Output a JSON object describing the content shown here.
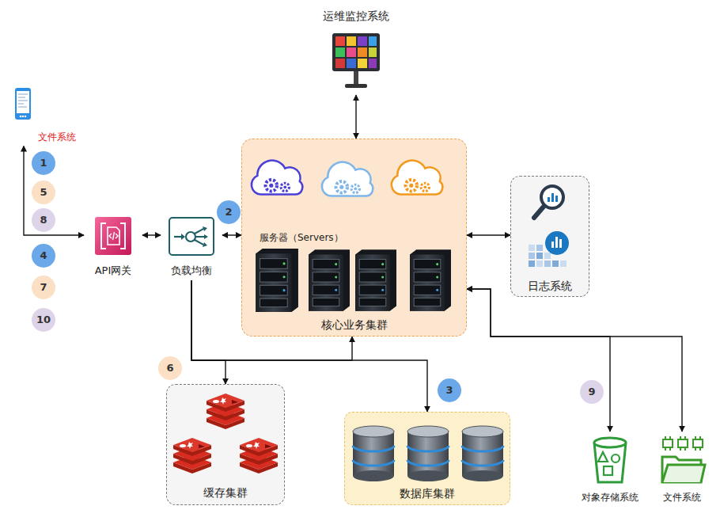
{
  "diagram": {
    "nodes": [
      {
        "text": [
          "文件系统"
        ]
      },
      {
        "text": [
          "API网关"
        ]
      },
      {
        "text": [
          "负载均衡"
        ]
      },
      {
        "text": [
          "服务器（Servers）",
          "核心业务集群"
        ]
      },
      {
        "text": [
          "运维监控系统"
        ]
      },
      {
        "text": [
          "日志系统"
        ]
      },
      {
        "text": [
          "缓存集群"
        ]
      },
      {
        "text": [
          "数据库集群"
        ]
      },
      {
        "text": [
          "对象存储系统"
        ]
      },
      {
        "text": [
          "文件系统"
        ]
      }
    ],
    "edges": [
      {
        "from": 0,
        "to": 1,
        "arrow": "both"
      },
      {
        "from": 1,
        "to": 2,
        "arrow": "both"
      },
      {
        "from": 2,
        "to": 3,
        "arrow": "both"
      },
      {
        "from": 4,
        "to": 3,
        "arrow": "both"
      },
      {
        "from": 3,
        "to": 5,
        "arrow": "both"
      },
      {
        "from": 2,
        "to": 6,
        "arrow": "to"
      },
      {
        "from": 2,
        "to": 3,
        "arrow": "to"
      },
      {
        "from": 2,
        "to": 7,
        "arrow": "to"
      },
      {
        "from": 3,
        "to": 8,
        "arrow": "both"
      },
      {
        "from": 3,
        "to": 9,
        "arrow": "both"
      }
    ],
    "labels": [
      "1",
      "5",
      "8",
      "4",
      "7",
      "10",
      "2",
      "6",
      "3",
      "9"
    ]
  }
}
